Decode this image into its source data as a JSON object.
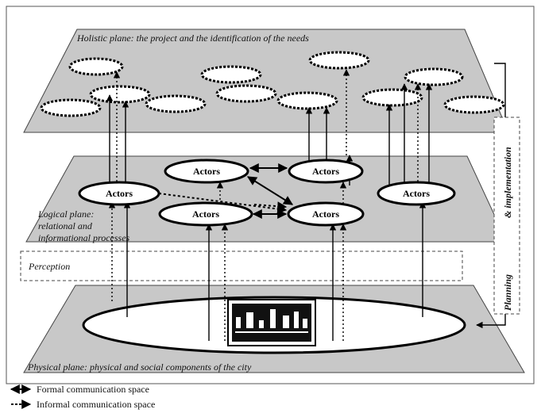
{
  "planes": {
    "holistic": "Holistic plane: the project and the identification of the needs",
    "logical_line1": "Logical plane:",
    "logical_line2": "relational and",
    "logical_line3": "informational processes",
    "perception": "Perception",
    "physical": "Physical plane: physical and social components of the city"
  },
  "actors": [
    "Actors",
    "Actors",
    "Actors",
    "Actors",
    "Actors",
    "Actors"
  ],
  "side": {
    "implementation": "& implementation",
    "planning": "Planning"
  },
  "legend": {
    "formal": "Formal communication space",
    "informal": "Informal communication space"
  }
}
